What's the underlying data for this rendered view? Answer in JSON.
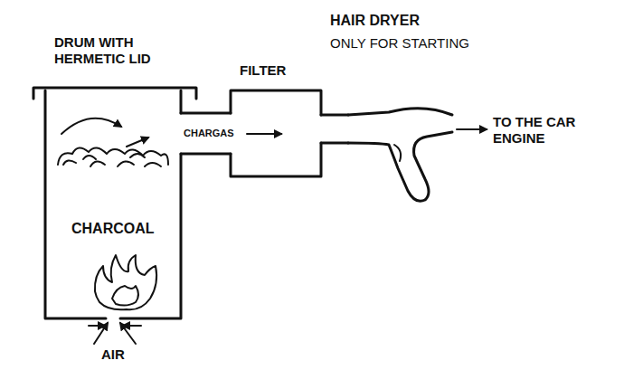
{
  "diagram": {
    "nodes": [
      {
        "text": [
          "DRUM WITH HERMETIC LID",
          "CHARCOAL"
        ]
      },
      {
        "text": [
          "FILTER"
        ]
      },
      {
        "text": [
          "HAIR DRYER",
          "ONLY FOR STARTING"
        ]
      }
    ],
    "edges": [
      {
        "from": 0,
        "to": 1,
        "arrow": "to",
        "label": "CHARGAS"
      },
      {
        "from": 1,
        "to": 2,
        "arrow": "none"
      }
    ],
    "labels": [
      "AIR",
      "TO THE CAR ENGINE"
    ]
  }
}
